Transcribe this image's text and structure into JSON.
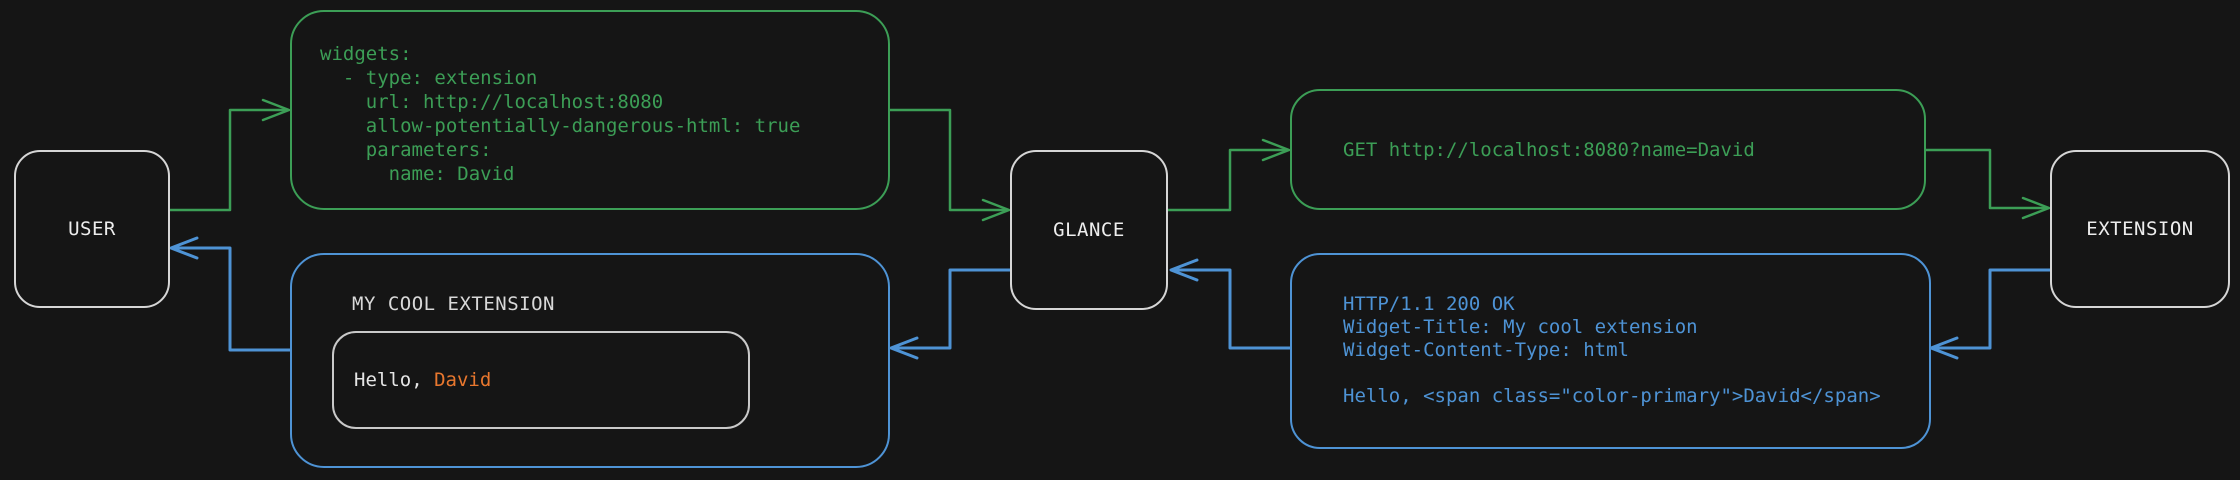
{
  "diagram": {
    "nodes": {
      "user": {
        "label": "USER"
      },
      "glance": {
        "label": "GLANCE"
      },
      "extension": {
        "label": "EXTENSION"
      }
    },
    "config_box": {
      "code": "widgets:\n  - type: extension\n    url: http://localhost:8080\n    allow-potentially-dangerous-html: true\n    parameters:\n      name: David"
    },
    "request_box": {
      "code": "GET http://localhost:8080?name=David"
    },
    "response_box": {
      "code": "HTTP/1.1 200 OK\nWidget-Title: My cool extension\nWidget-Content-Type: html\n\nHello, <span class=\"color-primary\">David</span>"
    },
    "widget_box": {
      "title": "MY COOL EXTENSION",
      "hello_prefix": "Hello, ",
      "name": "David"
    },
    "flows": {
      "request_color_label": "green",
      "response_color_label": "blue",
      "request_path": "USER → config → GLANCE → GET request → EXTENSION",
      "response_path": "EXTENSION → HTTP response → GLANCE → rendered widget → USER"
    },
    "colors": {
      "background": "#151515",
      "green": "#3c9e56",
      "blue": "#4e93d5",
      "orange": "#e8772e",
      "node_border": "#d6d6d6",
      "node_text": "#ededed",
      "widget_title_text": "#d9d9d9",
      "hello_box_border": "#c9c9c9",
      "hello_text": "#e6e6e6"
    }
  }
}
